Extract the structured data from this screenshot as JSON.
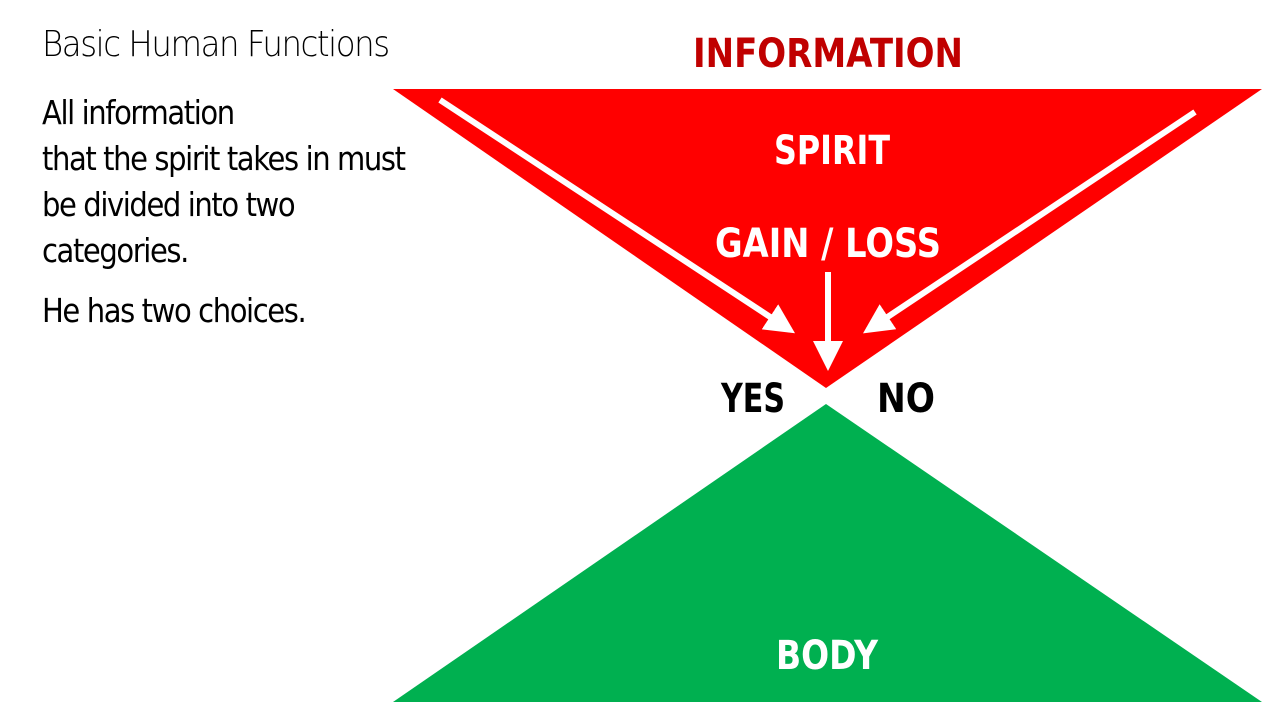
{
  "slide": {
    "title": "Basic Human Functions",
    "body_lines": [
      "All information",
      "that the spirit takes in must",
      "be divided into two",
      "categories."
    ],
    "body_second": "He has two choices."
  },
  "diagram": {
    "header": "INFORMATION",
    "spirit_label": "SPIRIT",
    "gain_loss_label": "GAIN / LOSS",
    "yes_label": "YES",
    "no_label": "NO",
    "body_label": "BODY"
  },
  "colors": {
    "spirit_red": "#ff0000",
    "header_dark_red": "#c00000",
    "body_green": "#00b050",
    "arrow_white": "#ffffff",
    "text_black": "#000000"
  }
}
